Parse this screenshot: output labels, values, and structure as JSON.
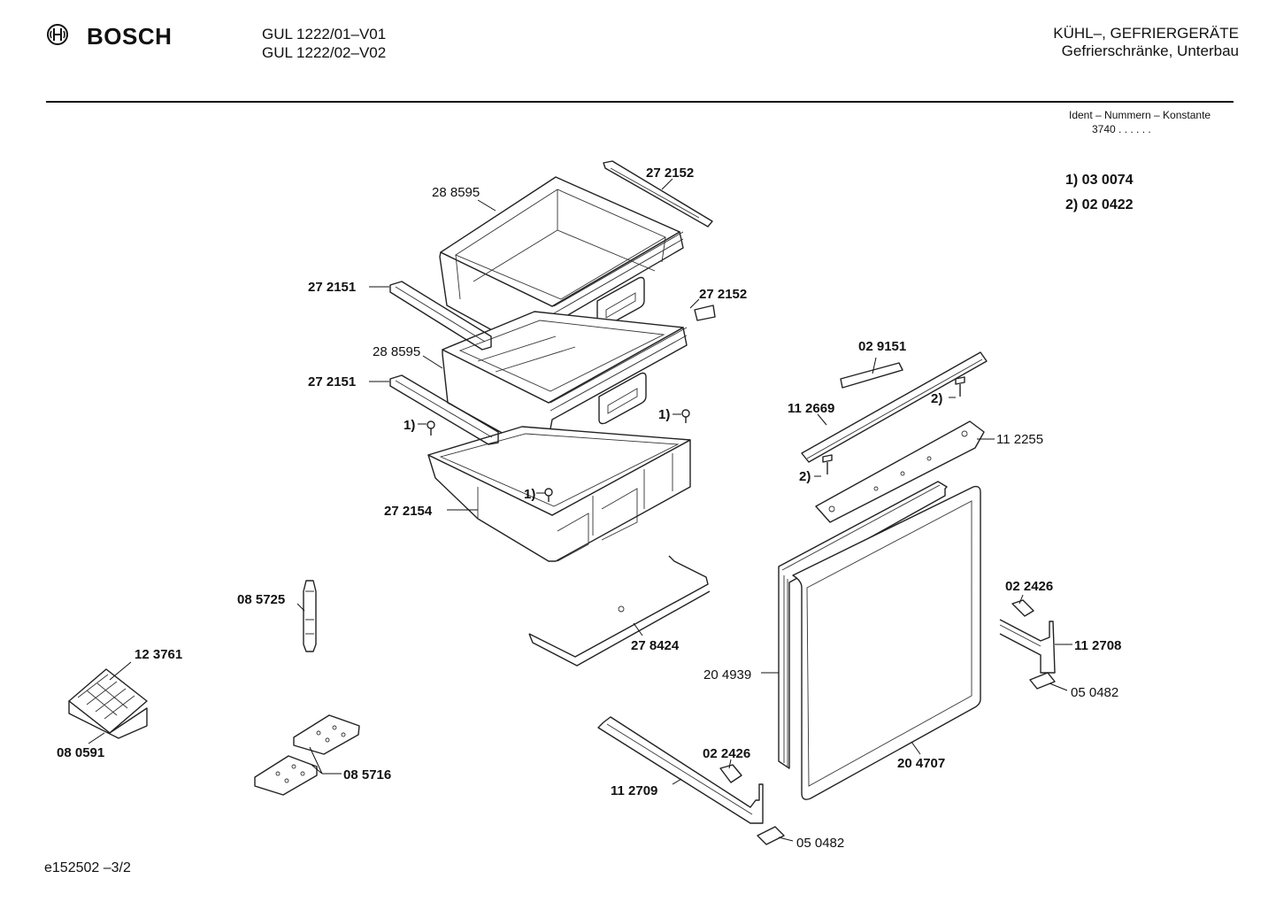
{
  "header": {
    "brand": "BOSCH",
    "models": [
      "GUL 1222/01–V01",
      "GUL 1222/02–V02"
    ],
    "category": [
      "KÜHL–, GEFRIERGERÄTE",
      "Gefrierschränke, Unterbau"
    ],
    "ident_label": "Ident – Nummern – Konstante",
    "ident_value": "3740 .  .  .  .  .  ."
  },
  "notes": [
    "1) 03 0074",
    "2) 02 0422"
  ],
  "doc_ref": "e152502 –3/2",
  "labels": {
    "p288595_top": "28 8595",
    "p272152_top": "27 2152",
    "p272151_a": "27 2151",
    "p272152_b": "27 2152",
    "p288595_mid": "28 8595",
    "p272151_b": "27 2151",
    "fn1_a": "1)",
    "fn1_b": "1)",
    "fn1_c": "1)",
    "p272154": "27 2154",
    "p029151": "02 9151",
    "p112669": "11 2669",
    "fn2_a": "2)",
    "p112255": "11 2255",
    "fn2_b": "2)",
    "p085725": "08 5725",
    "p123761": "12 3761",
    "p080591": "08 0591",
    "p278424": "27 8424",
    "p204939": "20 4939",
    "p022426_a": "02 2426",
    "p112708": "11 2708",
    "p050482_a": "05 0482",
    "p085716": "08 5716",
    "p022426_b": "02 2426",
    "p112709": "11 2709",
    "p204707": "20 4707",
    "p050482_b": "05 0482"
  }
}
